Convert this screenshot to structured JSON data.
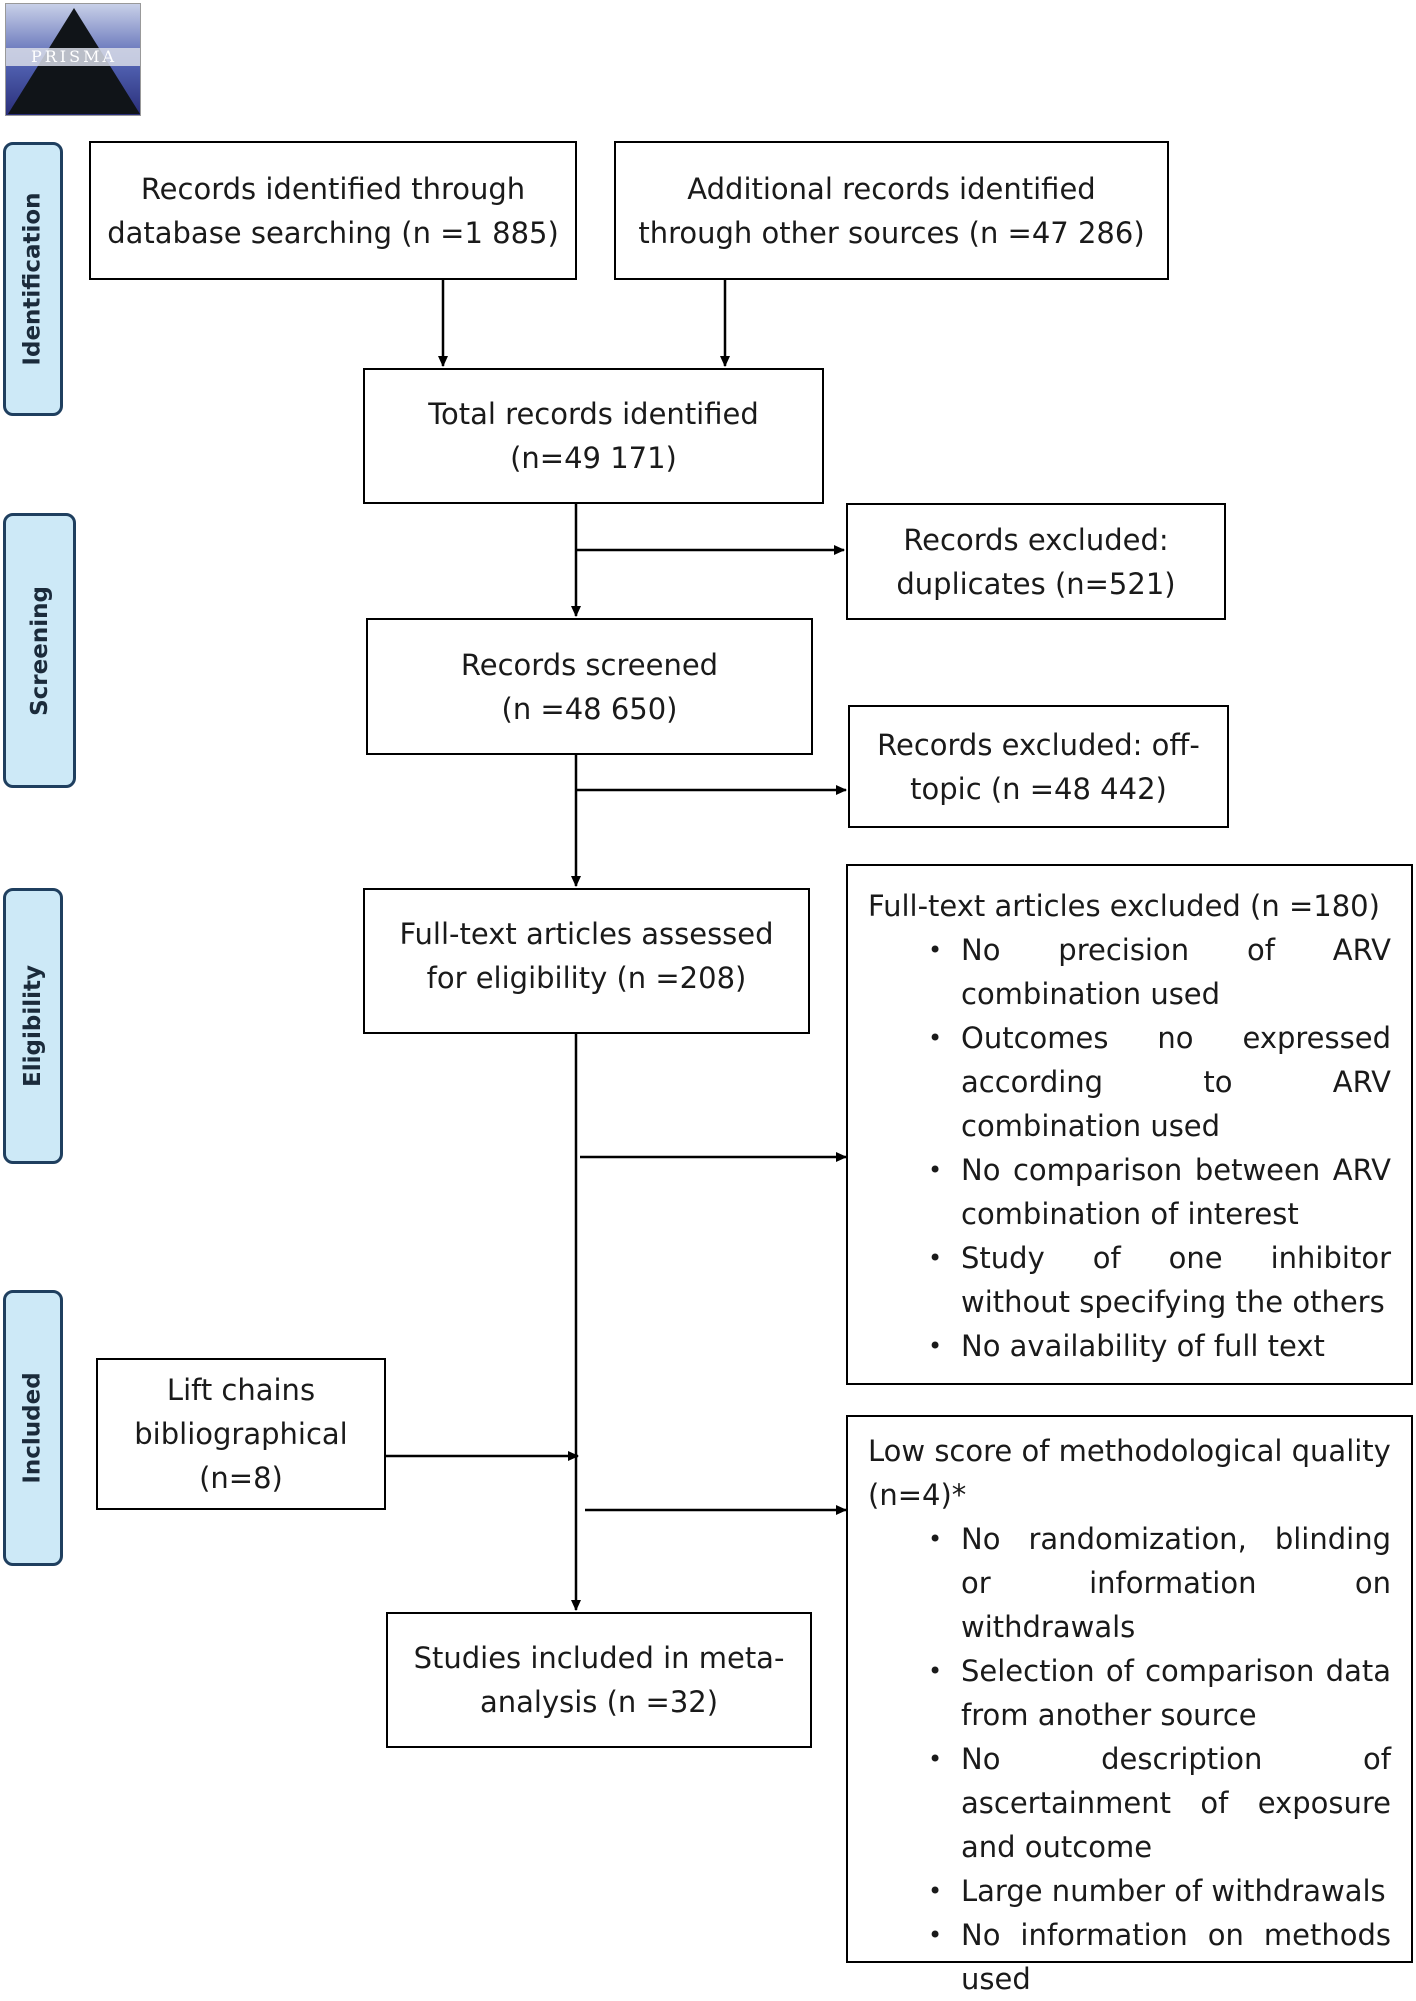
{
  "logo": {
    "text": "PRISMA"
  },
  "stages": {
    "identification": "Identification",
    "screening": "Screening",
    "eligibility": "Eligibility",
    "included": "Included"
  },
  "boxes": {
    "database_search": {
      "line1": "Records identified through",
      "line2": "database searching (n =1 885)"
    },
    "other_sources": {
      "line1": "Additional records identified",
      "line2": "through other sources (n =47 286)"
    },
    "total": {
      "line1": "Total records identified",
      "line2": "(n=49 171)"
    },
    "excluded_duplicates": {
      "line1": "Records excluded:",
      "line2": "duplicates (n=521)"
    },
    "screened": {
      "line1": "Records screened",
      "line2": "(n =48 650)"
    },
    "excluded_offtopic": {
      "line1": "Records excluded: off-",
      "line2": "topic (n =48 442)"
    },
    "fulltext_assessed": {
      "line1": "Full-text articles assessed",
      "line2": "for eligibility (n =208)"
    },
    "lift_chains": {
      "line1": "Lift chains",
      "line2": "bibliographical",
      "line3": "(n=8)"
    },
    "included": {
      "line1": "Studies included in meta-",
      "line2": "analysis (n =32)"
    }
  },
  "fulltext_excluded": {
    "title": "Full-text articles excluded (n =180)",
    "items": [
      "No precision of ARV combination used",
      "Outcomes no expressed according to ARV combination used",
      "No comparison between ARV combination of interest",
      "Study of one inhibitor without specifying the others",
      "No availability of full text"
    ]
  },
  "quality_excluded": {
    "title": "Low score of methodological quality (n=4)*",
    "items": [
      "No randomization, blinding or information on withdrawals",
      "Selection of comparison data from another source",
      "No description of ascertainment of exposure and outcome",
      "Large number of withdrawals",
      "No information on methods used"
    ]
  }
}
